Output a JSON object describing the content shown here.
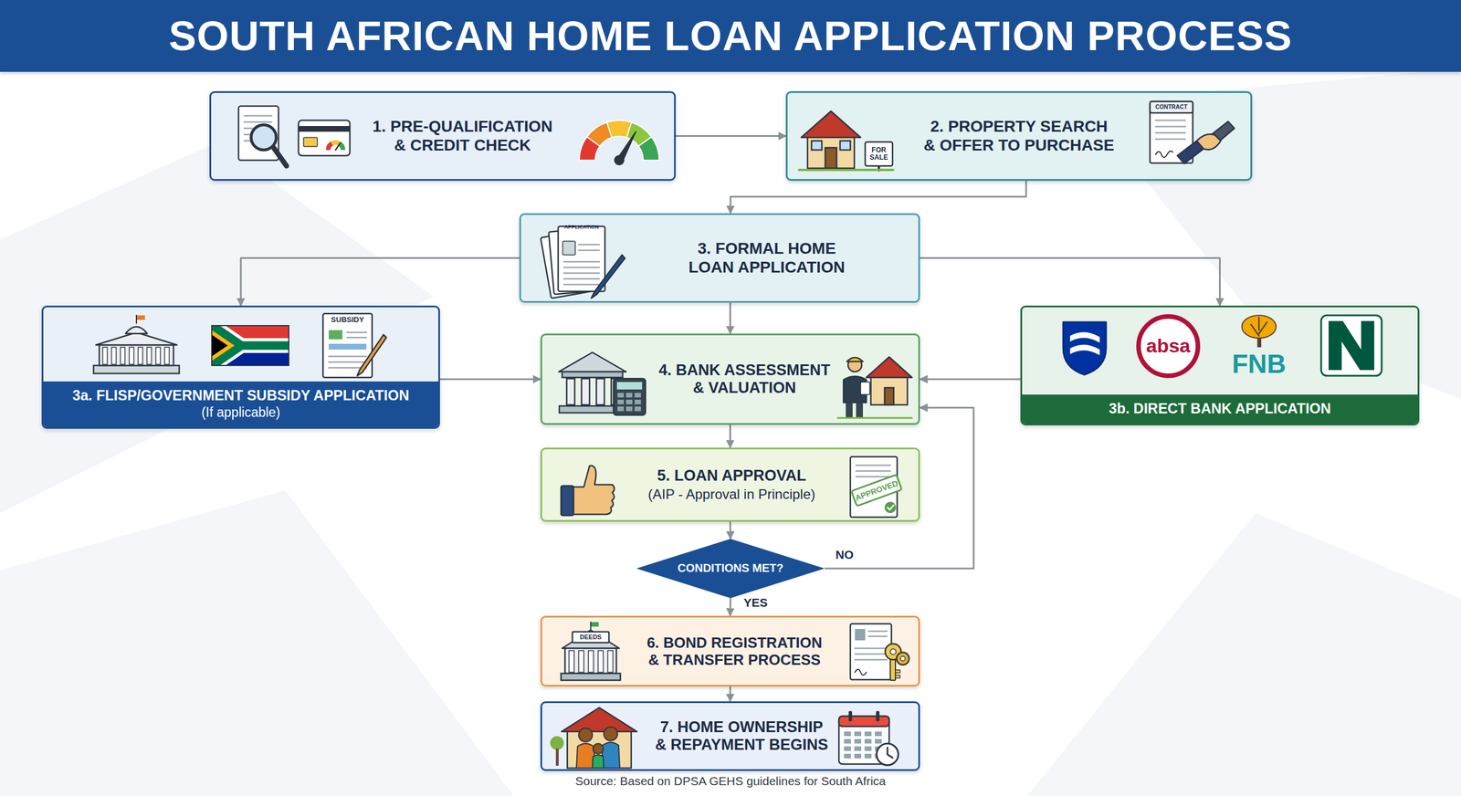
{
  "diagram": {
    "title": "SOUTH AFRICAN HOME LOAN APPLICATION PROCESS",
    "caption": "Source: Based on DPSA GEHS guidelines for South Africa",
    "nodes": [
      {
        "text": [
          "1. PRE-QUALIFICATION & CREDIT CHECK"
        ]
      },
      {
        "text": [
          "2. PROPERTY SEARCH & OFFER TO PURCHASE"
        ]
      },
      {
        "text": [
          "3. FORMAL HOME LOAN APPLICATION"
        ]
      },
      {
        "text": [
          "3a. FLISP/GOVERNMENT SUBSIDY APPLICATION",
          "(If applicable)"
        ]
      },
      {
        "text": [
          "4. BANK ASSESSMENT & VALUATION"
        ]
      },
      {
        "text": [
          "3b. DIRECT BANK APPLICATION"
        ]
      },
      {
        "text": [
          "5. LOAN APPROVAL",
          "(AIP - Approval in Principle)"
        ]
      },
      {
        "text": [
          "CONDITIONS MET?"
        ]
      },
      {
        "text": [
          "6. BOND REGISTRATION & TRANSFER PROCESS"
        ]
      },
      {
        "text": [
          "7. HOME OWNERSHIP & REPAYMENT BEGINS"
        ]
      }
    ],
    "edges": [
      {
        "from": 0,
        "to": 1,
        "arrow": "to"
      },
      {
        "from": 1,
        "to": 2,
        "arrow": "to"
      },
      {
        "from": 2,
        "to": 3,
        "arrow": "to"
      },
      {
        "from": 2,
        "to": 5,
        "arrow": "to"
      },
      {
        "from": 2,
        "to": 4,
        "arrow": "to"
      },
      {
        "from": 3,
        "to": 4,
        "arrow": "to"
      },
      {
        "from": 5,
        "to": 4,
        "arrow": "to"
      },
      {
        "from": 4,
        "to": 6,
        "arrow": "to"
      },
      {
        "from": 6,
        "to": 7,
        "arrow": "to"
      },
      {
        "from": 7,
        "to": 8,
        "label": "YES",
        "arrow": "to"
      },
      {
        "from": 7,
        "to": 4,
        "label": "NO",
        "arrow": "to"
      },
      {
        "from": 8,
        "to": 9,
        "arrow": "to"
      }
    ],
    "labels": [
      "FOR SALE",
      "CONTRACT",
      "APPLICATION",
      "SUBSIDY",
      "absa",
      "FNB",
      "APPROVED",
      "DEEDS"
    ]
  }
}
